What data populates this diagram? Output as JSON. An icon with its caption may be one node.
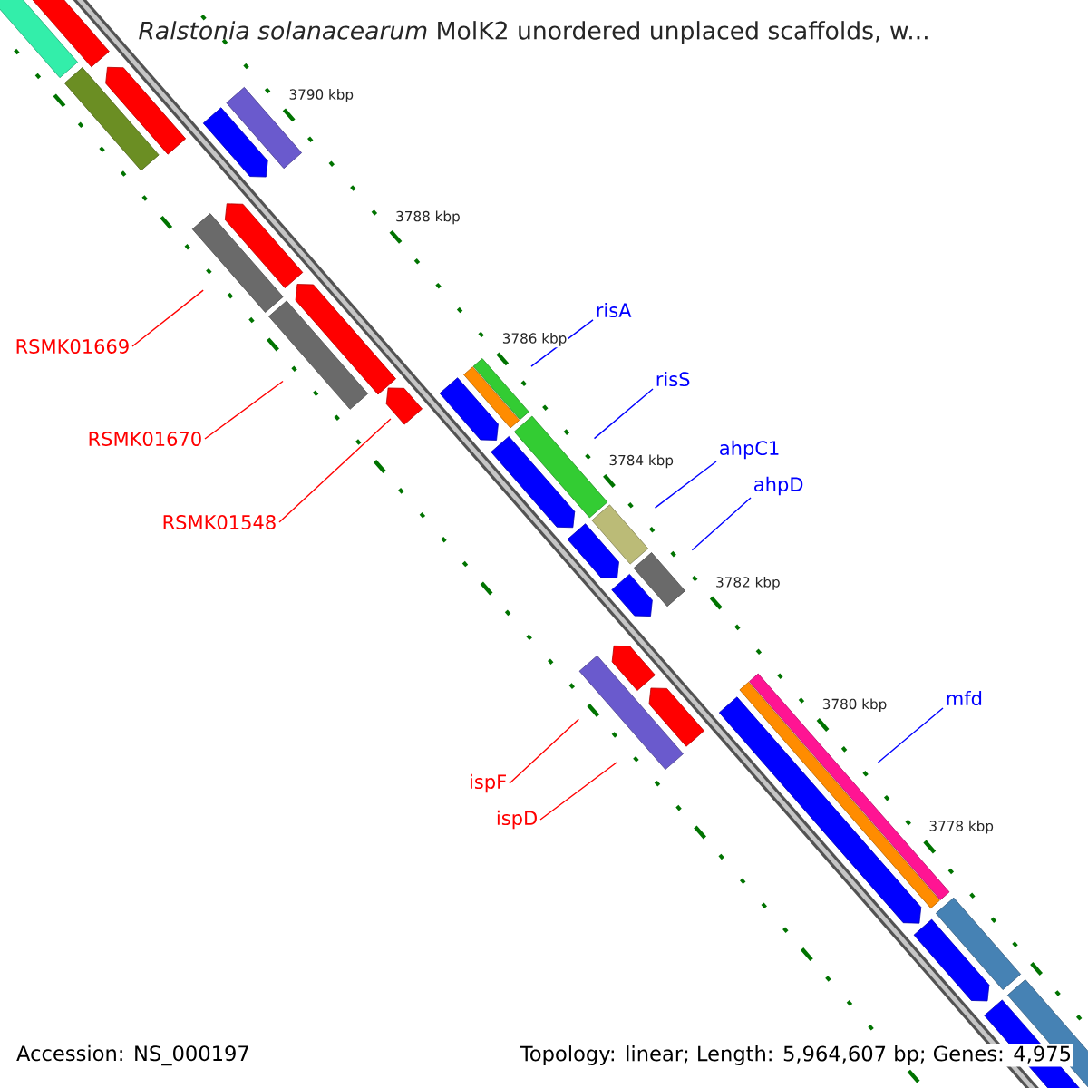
{
  "diagram": {
    "title": "*Ralstonia solanacearum* MolK2 unordered unplaced scaffolds, w...",
    "nodes": [
      {
        "text": [
          "risA"
        ]
      },
      {
        "text": [
          "RSMK01669"
        ]
      },
      {
        "text": [
          "risS"
        ]
      },
      {
        "text": [
          "RSMK01670"
        ]
      },
      {
        "text": [
          "ahpC1"
        ]
      },
      {
        "text": [
          "ahpD"
        ]
      },
      {
        "text": [
          "RSMK01548"
        ]
      },
      {
        "text": [
          "mfd"
        ]
      },
      {
        "text": [
          "ispF"
        ]
      },
      {
        "text": [
          "ispD"
        ]
      },
      {
        "text": [],
        "shape": "bar"
      },
      {
        "text": [],
        "shape": "bar"
      },
      {
        "text": [],
        "shape": "arrow"
      },
      {
        "text": [],
        "shape": "bar"
      },
      {
        "text": [],
        "shape": "bar"
      },
      {
        "text": [],
        "shape": "bar"
      },
      {
        "text": [],
        "shape": "bar"
      },
      {
        "text": [],
        "shape": "arrow"
      },
      {
        "text": [],
        "shape": "arrow"
      },
      {
        "text": [],
        "shape": "bar"
      }
    ],
    "edges": [
      {
        "from": 1,
        "to": 10,
        "arrow": "none",
        "color": "#ff0000"
      },
      {
        "from": 3,
        "to": 11,
        "arrow": "none",
        "color": "#ff0000"
      },
      {
        "from": 6,
        "to": 12,
        "arrow": "none",
        "color": "#ff0000"
      },
      {
        "from": 0,
        "to": 13,
        "arrow": "none",
        "color": "#0000ff"
      },
      {
        "from": 2,
        "to": 14,
        "arrow": "none",
        "color": "#0000ff"
      },
      {
        "from": 4,
        "to": 15,
        "arrow": "none",
        "color": "#0000ff"
      },
      {
        "from": 5,
        "to": 16,
        "arrow": "none",
        "color": "#0000ff"
      },
      {
        "from": 8,
        "to": 17,
        "arrow": "none",
        "color": "#ff0000"
      },
      {
        "from": 9,
        "to": 18,
        "arrow": "none",
        "color": "#ff0000"
      },
      {
        "from": 7,
        "to": 19,
        "arrow": "none",
        "color": "#0000ff"
      }
    ],
    "labels": [
      "3790 kbp",
      "3788 kbp",
      "3786 kbp",
      "3784 kbp",
      "3782 kbp",
      "3780 kbp",
      "3778 kbp",
      "Accession: NS_000197",
      "Topology: linear; Length: 5,964,607 bp; Genes: 4,975"
    ]
  }
}
